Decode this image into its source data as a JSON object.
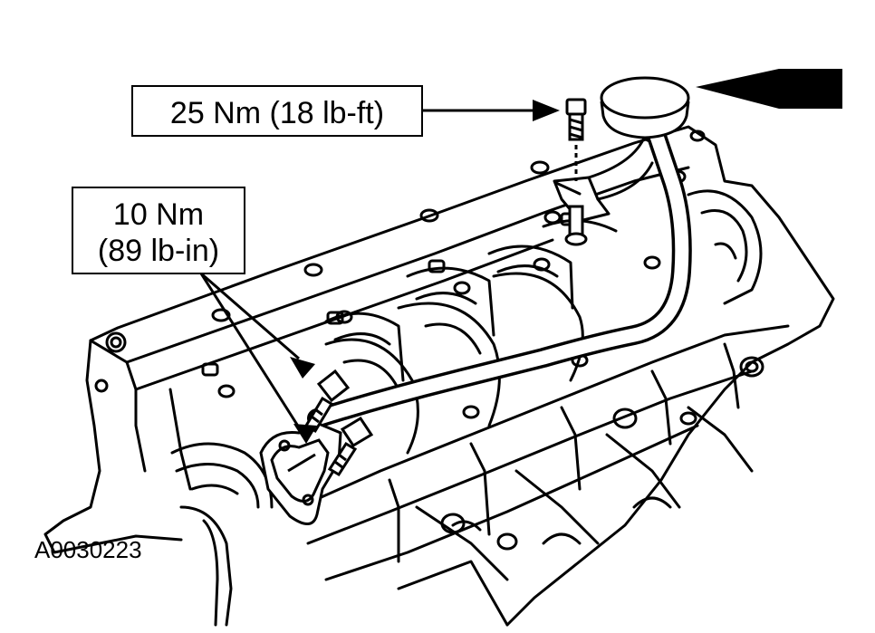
{
  "callouts": {
    "upper": {
      "text": "25 Nm (18 lb-ft)"
    },
    "lower": {
      "line1": "10 Nm",
      "line2": "(89 lb-in)"
    }
  },
  "figure_code": "A0030223",
  "colors": {
    "ink": "#000000",
    "paper": "#ffffff"
  }
}
